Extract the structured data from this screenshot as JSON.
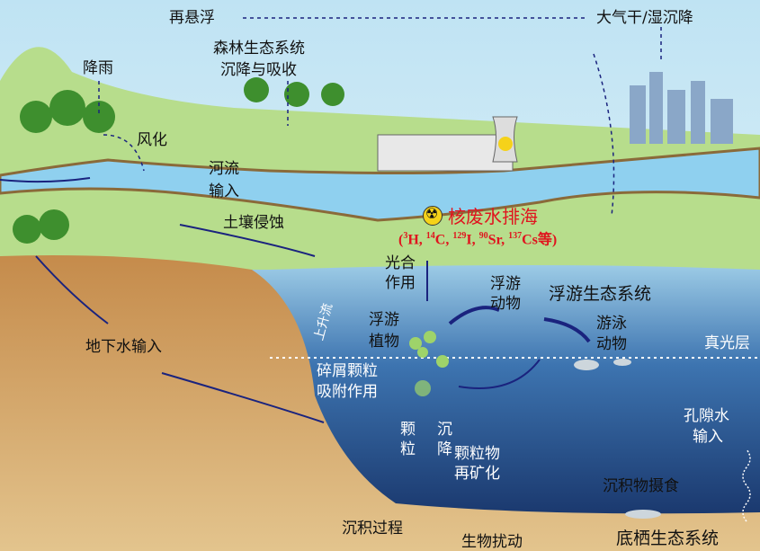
{
  "labels": {
    "resuspension": "再悬浮",
    "atmos_deposition": "大气干/湿沉降",
    "rainfall": "降雨",
    "forest_line1": "森林生态系统",
    "forest_line2": "沉降与吸收",
    "weathering": "风化",
    "river_line1": "河流",
    "river_line2": "输入",
    "soil_erosion": "土壤侵蚀",
    "discharge": "核废水排海",
    "isotopes": {
      "open": "(",
      "h3_mass": "3",
      "h3": "H, ",
      "c14_mass": "14",
      "c14": "C, ",
      "i129_mass": "129",
      "i129": "I, ",
      "sr90_mass": "90",
      "sr90": "Sr, ",
      "cs137_mass": "137",
      "cs137": "Cs等)"
    },
    "photosynthesis_line1": "光合",
    "photosynthesis_line2": "作用",
    "zooplankton_line1": "浮游",
    "zooplankton_line2": "动物",
    "plankton_ecosystem": "浮游生态系统",
    "phytoplankton_line1": "浮游",
    "phytoplankton_line2": "植物",
    "nekton_line1": "游泳",
    "nekton_line2": "动物",
    "euphotic_zone": "真光层",
    "upwelling": "上升流",
    "groundwater": "地下水输入",
    "detritus_line1": "碎屑颗粒",
    "detritus_line2": "吸附作用",
    "particle_line1": "颗",
    "particle_line2": "粒",
    "sink_line1": "沉",
    "sink_line2": "降",
    "remin_line1": "颗粒物",
    "remin_line2": "再矿化",
    "porewater_line1": "孔隙水",
    "porewater_line2": "输入",
    "deposit_feeding": "沉积物摄食",
    "sedimentation": "沉积过程",
    "bioturbation": "生物扰动",
    "benthic_ecosystem": "底栖生态系统"
  },
  "colors": {
    "alert_red": "#e0141e",
    "sea_deep": "#1d3f7a",
    "arrow": "#1a237e"
  }
}
